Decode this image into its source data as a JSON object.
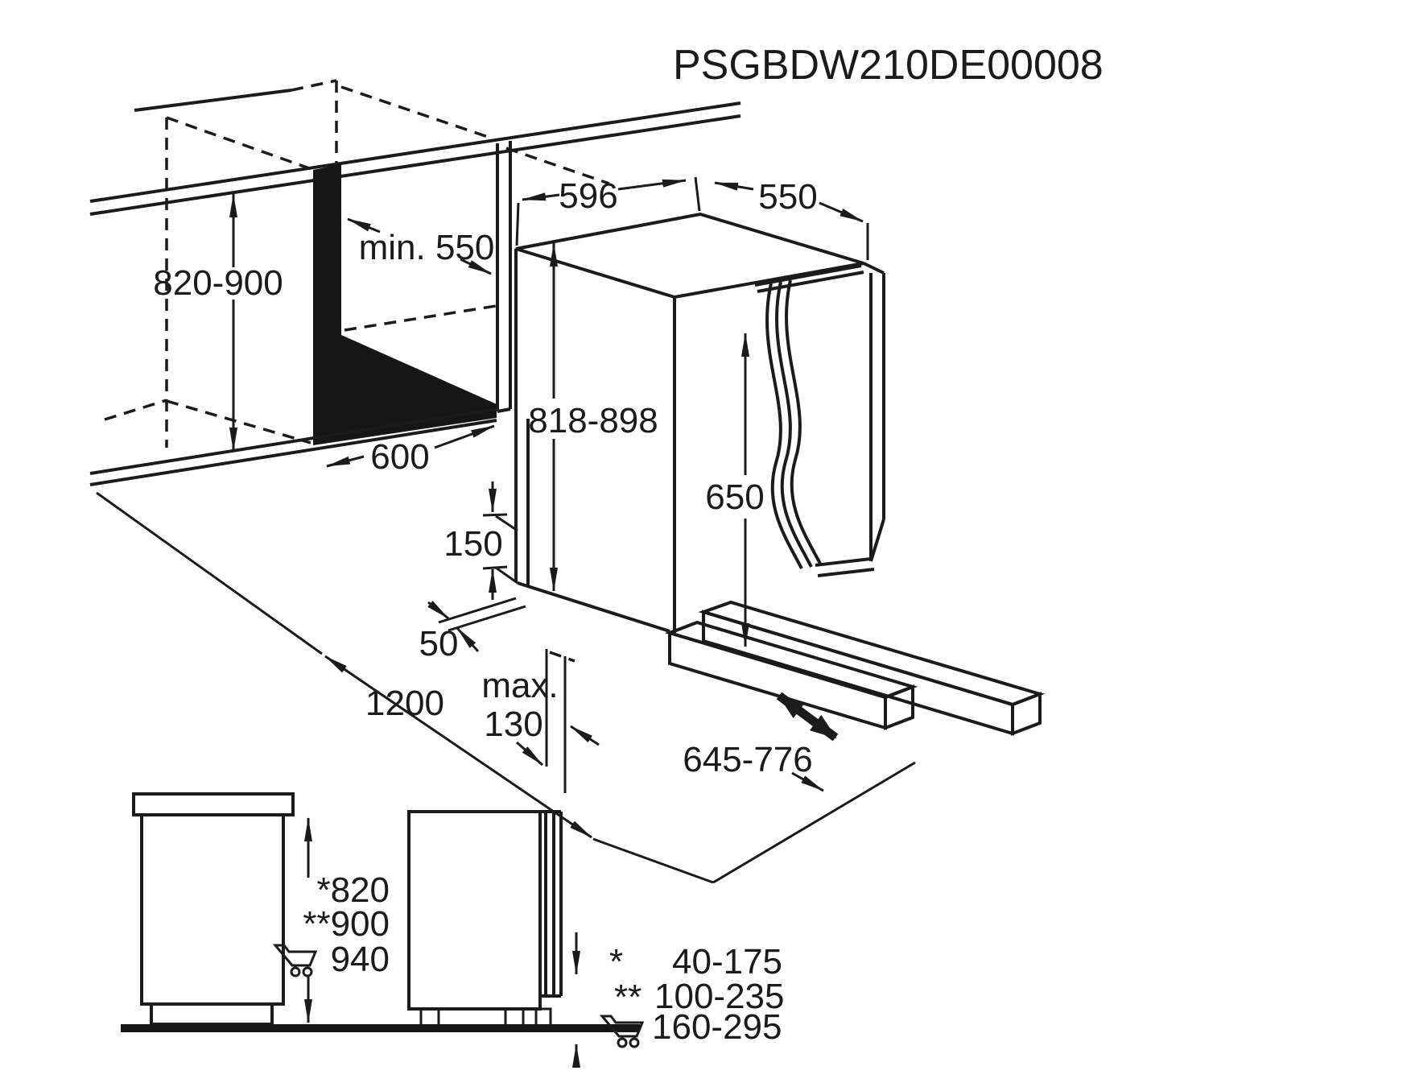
{
  "title": "PSGBDW210DE00008",
  "iso": {
    "niche_height": "820-900",
    "niche_depth": "min. 550",
    "niche_width": "600",
    "top_width": "596",
    "top_depth": "550",
    "body_height": "818-898",
    "door_height": "650",
    "plinth_step": "150",
    "gap": "50",
    "clearance": "1200",
    "plinth_recess_line1": "max.",
    "plinth_recess_line2": "130",
    "plinth_slide": "645-776"
  },
  "elevation": {
    "height_star": "*820",
    "height_2star": "**900",
    "height_cart": "940"
  },
  "legend": {
    "rows": [
      {
        "marker": "*",
        "value": "40-175"
      },
      {
        "marker": "**",
        "value": "100-235"
      },
      {
        "marker": "cart",
        "value": "160-295"
      }
    ]
  }
}
